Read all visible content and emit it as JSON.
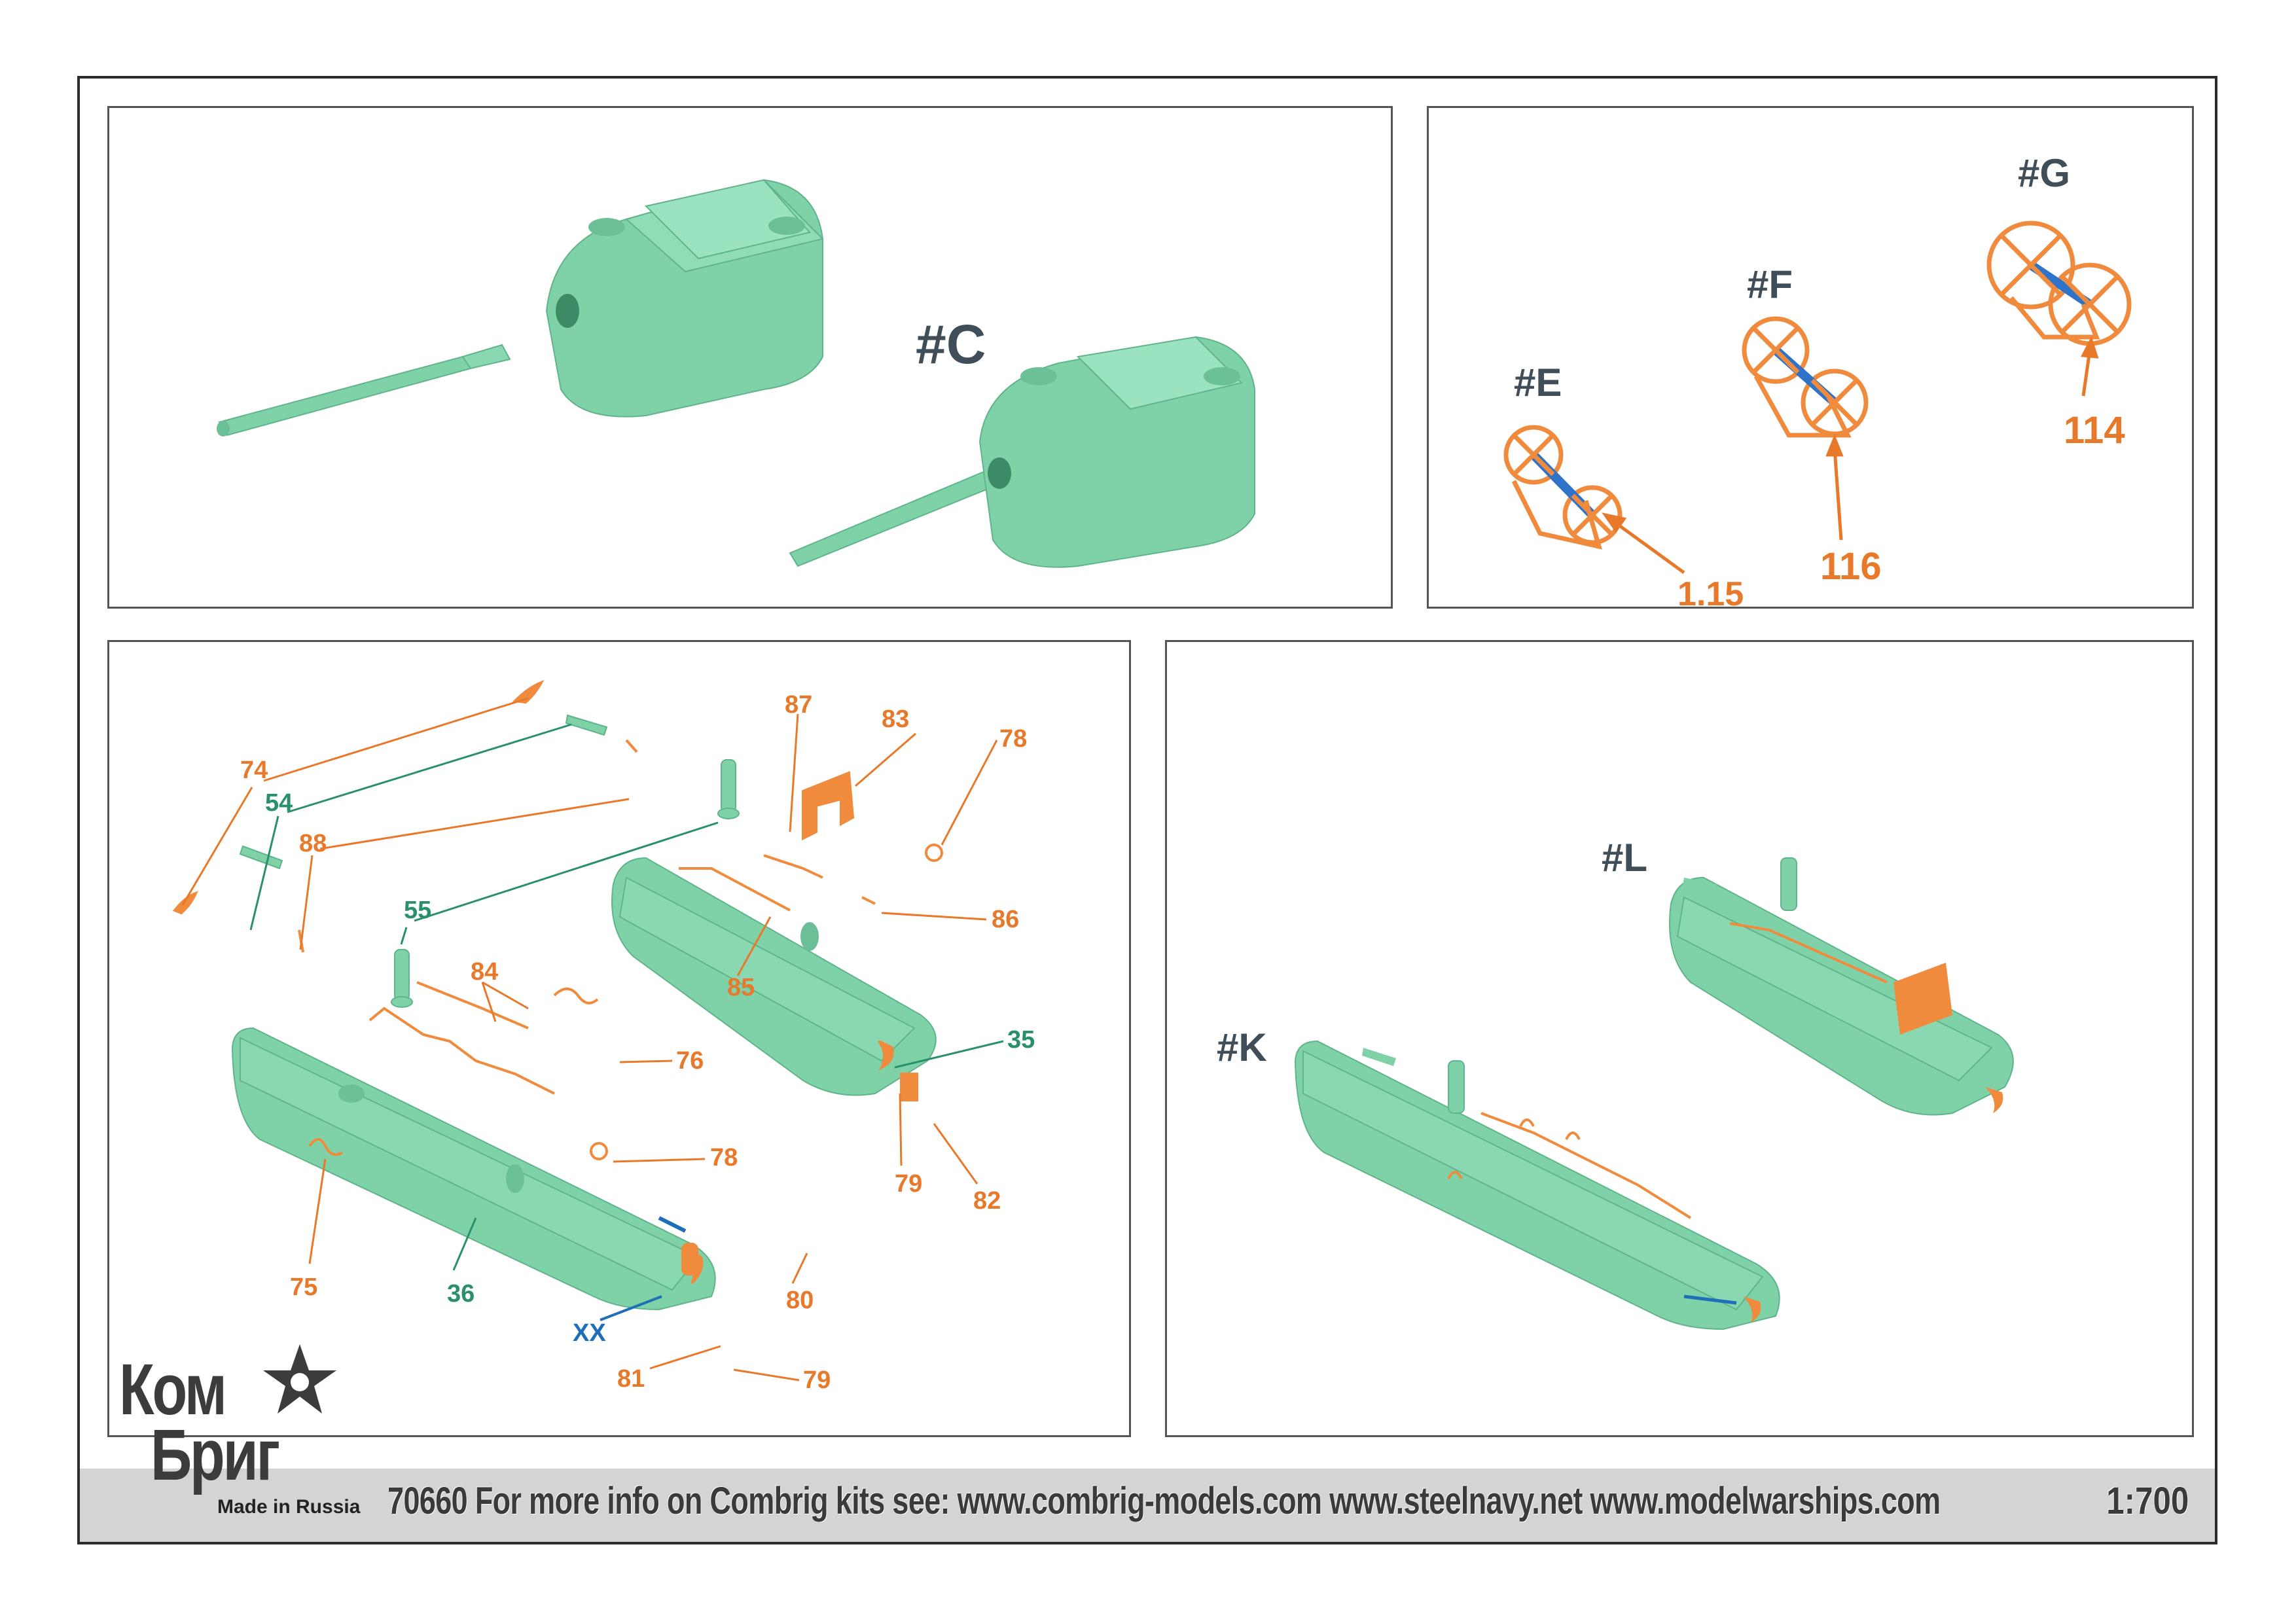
{
  "panels": {
    "turret": {
      "label": "#C"
    },
    "reels": {
      "labels": {
        "e": "#E",
        "f": "#F",
        "g": "#G"
      },
      "parts": {
        "e": "1.15",
        "f": "116",
        "g": "114"
      }
    },
    "assembly": {
      "orange_parts": [
        "74",
        "88",
        "87",
        "83",
        "78",
        "86",
        "85",
        "76",
        "84",
        "78",
        "75",
        "80",
        "81",
        "79",
        "79",
        "82"
      ],
      "green_parts": [
        "54",
        "55",
        "35",
        "36"
      ],
      "blue_parts": [
        "XX"
      ]
    },
    "result": {
      "label_k": "#K",
      "label_l": "#L"
    }
  },
  "footer": {
    "text": "70660 For more info on Combrig kits see: www.combrig-models.com www.steelnavy.net www.modelwarships.com",
    "scale": "1:700"
  },
  "logo": {
    "line1": "Ком",
    "line2": "Бриг",
    "subtitle": "Made in Russia"
  },
  "colors": {
    "resin_green": "#7fd1a8",
    "etch_orange": "#f08a3c",
    "label_orange": "#e8782a",
    "label_green": "#2a8f6c",
    "label_blue": "#1f6fb8",
    "footer_gray": "#d4d4d6"
  }
}
